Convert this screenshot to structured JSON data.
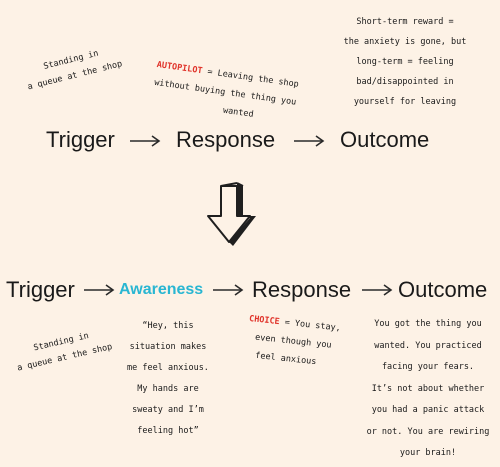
{
  "top": {
    "trigger_note": [
      "Standing in",
      "a queue at the shop"
    ],
    "response_note": {
      "keyword": "AUTOPILOT",
      "line1_rest": " = Leaving the shop",
      "lines": [
        "without buying the thing you",
        "wanted"
      ]
    },
    "outcome_note": [
      "Short-term reward =",
      "the anxiety is gone, but",
      "long-term = feeling",
      "bad/disappointed in",
      "yourself for leaving"
    ],
    "trigger": "Trigger",
    "response": "Response",
    "outcome": "Outcome"
  },
  "bottom": {
    "trigger": "Trigger",
    "awareness": "Awareness",
    "response": "Response",
    "outcome": "Outcome",
    "trigger_note": [
      "Standing in",
      "a queue at the shop"
    ],
    "awareness_note": [
      "“Hey, this",
      "situation makes",
      "me feel anxious.",
      "My hands are",
      "sweaty and I’m",
      "feeling hot”"
    ],
    "response_note": {
      "keyword": "CHOICE",
      "line1_rest": " = You stay,",
      "lines": [
        "even though you",
        "feel anxious"
      ]
    },
    "outcome_note": [
      "You got the thing you",
      "wanted. You practiced",
      "facing your fears.",
      "It’s not about whether",
      "you had a panic attack",
      "or not. You are rewiring",
      "your brain!"
    ]
  },
  "colors": {
    "background": "#fdf2e6",
    "awareness": "#29b6d2",
    "keyword": "#e0342b",
    "text": "#1a1a1a"
  },
  "icons": [
    "right-arrow-icon",
    "down-arrow-icon"
  ]
}
